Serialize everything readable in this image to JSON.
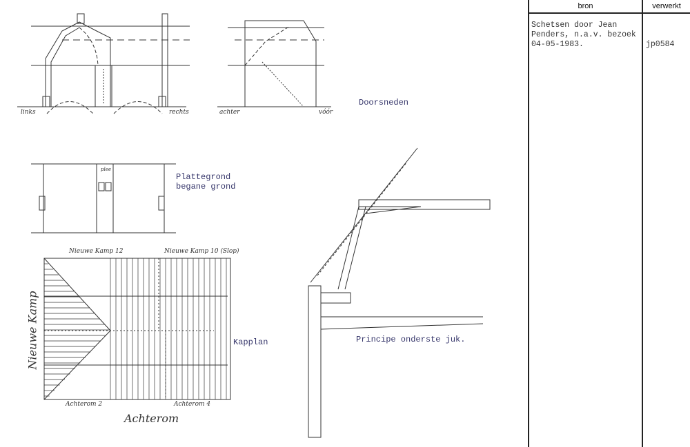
{
  "table": {
    "headers": {
      "bron": "bron",
      "verwerkt": "verwerkt"
    },
    "bron_lines": [
      "Schetsen door Jean",
      "Penders, n.a.v. bezoek",
      "04-05-1983."
    ],
    "verwerkt": "jp0584"
  },
  "captions": {
    "doorsneden": "Doorsneden",
    "plattegrond_1": "Plattegrond",
    "plattegrond_2": "begane grond",
    "kapplan": "Kapplan",
    "principe": "Principe onderste juk."
  },
  "handwritten": {
    "links": "links",
    "rechts": "rechts",
    "achter": "achter",
    "voor": "vóór",
    "plee": "plee",
    "nieuwe_kamp_12": "Nieuwe Kamp 12",
    "nieuwe_kamp_10": "Nieuwe Kamp 10 (Slop)",
    "nieuwe_kamp": "Nieuwe Kamp",
    "achterom_2": "Achterom 2",
    "achterom_4": "Achterom 4",
    "achterom": "Achterom"
  }
}
